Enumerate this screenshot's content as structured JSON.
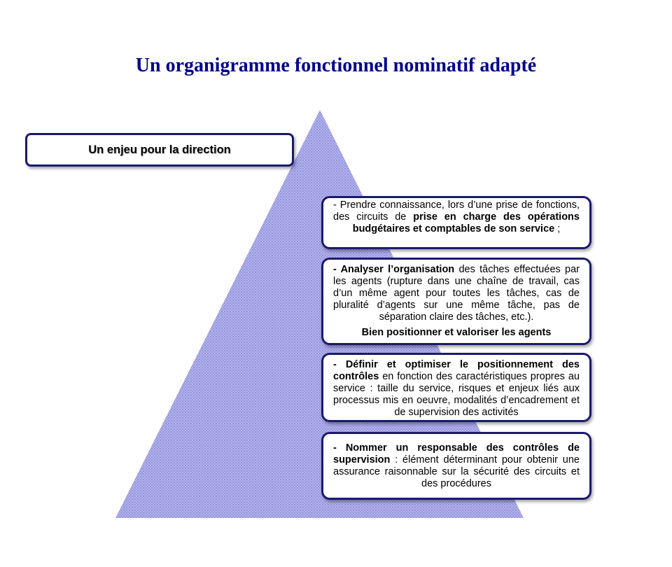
{
  "title": "Un organigramme fonctionnel nominatif adapté",
  "enjeu_label": "Un enjeu pour la direction",
  "colors": {
    "title": "#00008b",
    "pyramid_fill": "#a9a9e8",
    "box_border": "#1a1a6e"
  },
  "boxes": [
    {
      "pre": "- Prendre connaissance, lors d’une  prise de fonctions, des  circuits de ",
      "bold": "prise en charge des opérations budgétaires et comptables de son service",
      "post": " ;"
    },
    {
      "bold": "- Analyser l’organisation",
      "post": " des tâches effectuées par les agents  (rupture  dans une chaîne  de travail, cas d’un même agent pour toutes  les tâches, cas de pluralité  d’agents sur une même tâche, pas de séparation claire des tâches, etc.).",
      "extra": "Bien positionner  et valoriser les agents"
    },
    {
      "bold": "- Définir et optimiser le positionnement des contrôles",
      "post": " en fonction des caractéristiques propres au service : taille du service, risques et enjeux  liés aux processus mis en oeuvre, modalités d’encadrement et de supervision  des activités"
    },
    {
      "bold": "- Nommer un  responsable des contrôles de supervision",
      "post": " : élément déterminant pour obtenir une assurance raisonnable  sur la sécurité des circuits et des procédures"
    }
  ]
}
